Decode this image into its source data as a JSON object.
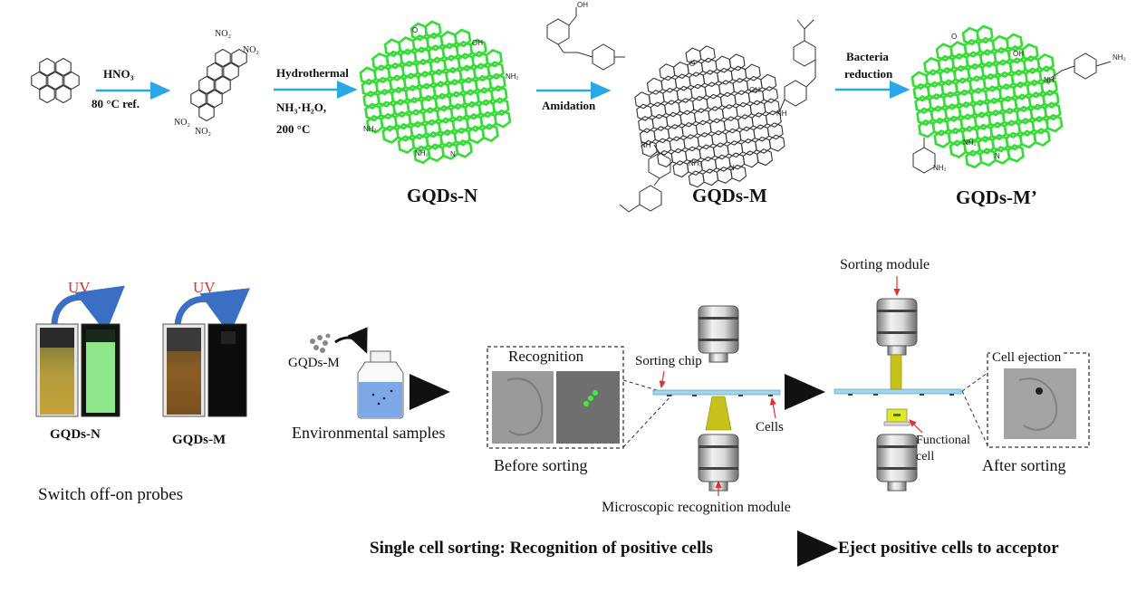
{
  "synthesis": {
    "steps": [
      {
        "conditions": [
          "HNO₃",
          "80 °C ref."
        ]
      },
      {
        "conditions": [
          "Hydrothermal",
          "NH₃·H₂O,",
          "200 °C"
        ]
      },
      {
        "conditions": [
          "Amidation"
        ]
      },
      {
        "conditions": [
          "Bacteria",
          "reduction"
        ]
      }
    ],
    "products": [
      "GQDs-N",
      "GQDs-M",
      "GQDs-M’"
    ],
    "substituents": {
      "nitro": "NO₂",
      "amine": "NH₂",
      "amide_nh": "NH",
      "ketone": "O",
      "hydroxyl": "OH",
      "acid_oh": "OH",
      "azo": "N",
      "ring_n": "N"
    }
  },
  "probes": {
    "uv_label": "UV",
    "cuvettes": [
      "GQDs-N",
      "GQDs-M"
    ],
    "caption": "Switch off-on probes",
    "colors": {
      "uv_text": "#d0312d",
      "uv_arrow": "#3a6fc4",
      "fluorescent": "#88ee88",
      "dark": "#111111"
    }
  },
  "sorting": {
    "gqds_label": "GQDs-M",
    "env_label": "Environmental samples",
    "recognition_title": "Recognition",
    "before_label": "Before sorting",
    "chip_label": "Sorting chip",
    "cells_label": "Cells",
    "microscope_label": "Microscopic recognition module",
    "sorting_module_label": "Sorting module",
    "functional_cell_label": "Functional cell",
    "ejection_title": "Cell ejection",
    "after_label": "After sorting"
  },
  "footer": {
    "left": "Single cell sorting: Recognition of positive cells",
    "right": "Eject positive cells to acceptor"
  },
  "colors": {
    "green_graphene": "#33dd33",
    "arrow_blue": "#2aa7e6",
    "red_pointer": "#e03030",
    "chip": "#9fd6ef",
    "laser": "#c7c21a"
  }
}
